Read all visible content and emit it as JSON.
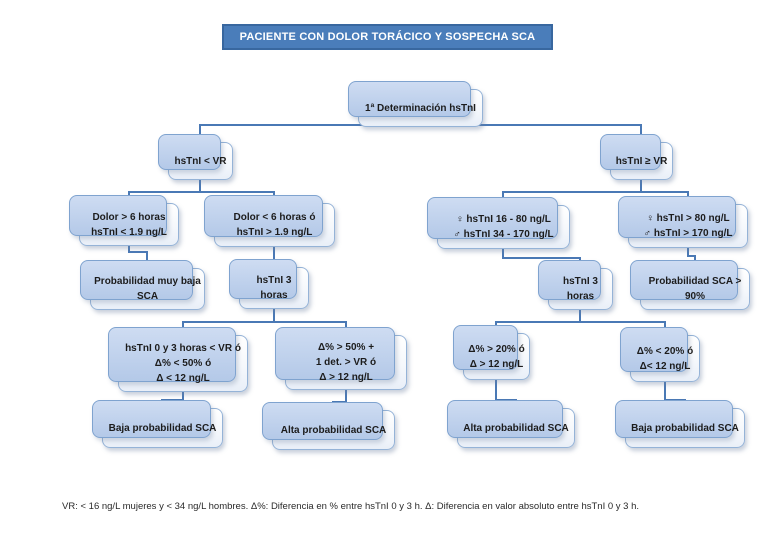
{
  "title": "PACIENTE CON DOLOR TORÁCICO Y SOSPECHA SCA",
  "colors": {
    "banner_bg": "#4a7dba",
    "banner_border": "#38679f",
    "card_border": "#95b3d7",
    "backcard_border": "#7fa3cf",
    "connector": "#4a79b5"
  },
  "nodes": {
    "root": {
      "lines": [
        "1ª Determinación hsTnI"
      ]
    },
    "tni_below_vr": {
      "lines": [
        "hsTnI < VR"
      ]
    },
    "tni_above_vr": {
      "lines": [
        "hsTnI ≥ VR"
      ]
    },
    "pain_gt6": {
      "lines": [
        "Dolor > 6 horas",
        "hsTnI < 1.9 ng/L"
      ]
    },
    "pain_lt6": {
      "lines": [
        "Dolor < 6 horas ó",
        "hsTnI > 1.9 ng/L"
      ]
    },
    "mid_range": {
      "lines": [
        "♀ hsTnI 16 - 80 ng/L",
        "♂ hsTnI 34 - 170 ng/L"
      ]
    },
    "high_range": {
      "lines": [
        "♀ hsTnI > 80 ng/L",
        "♂ hsTnI > 170 ng/L"
      ]
    },
    "prob_muy_baja": {
      "lines": [
        "Probabilidad muy baja",
        "SCA"
      ]
    },
    "tni3_left": {
      "lines": [
        "hsTnI 3",
        "horas"
      ]
    },
    "tni3_right": {
      "lines": [
        "hsTnI 3",
        "horas"
      ]
    },
    "prob_90": {
      "lines": [
        "Probabilidad SCA >",
        "90%"
      ]
    },
    "delta_low_left": {
      "lines": [
        "hsTnI 0 y 3 horas < VR ó",
        "Δ% < 50% ó",
        "Δ < 12 ng/L"
      ]
    },
    "delta_high_left": {
      "lines": [
        "Δ% > 50% +",
        "1 det. > VR ó",
        "Δ > 12 ng/L"
      ]
    },
    "delta_high_right": {
      "lines": [
        "Δ% > 20% ó",
        "Δ > 12 ng/L"
      ]
    },
    "delta_low_right": {
      "lines": [
        "Δ% < 20% ó",
        "Δ< 12 ng/L"
      ]
    },
    "baja_prob_left": {
      "lines": [
        "Baja probabilidad SCA"
      ]
    },
    "alta_prob_left": {
      "lines": [
        "Alta probabilidad SCA"
      ]
    },
    "alta_prob_right": {
      "lines": [
        "Alta probabilidad SCA"
      ]
    },
    "baja_prob_right": {
      "lines": [
        "Baja probabilidad SCA"
      ]
    }
  },
  "footnote": "VR: < 16 ng/L mujeres y < 34 ng/L hombres.  Δ%: Diferencia en % entre hsTnI 0 y 3 h.  Δ: Diferencia en valor absoluto entre hsTnI 0 y 3 h."
}
